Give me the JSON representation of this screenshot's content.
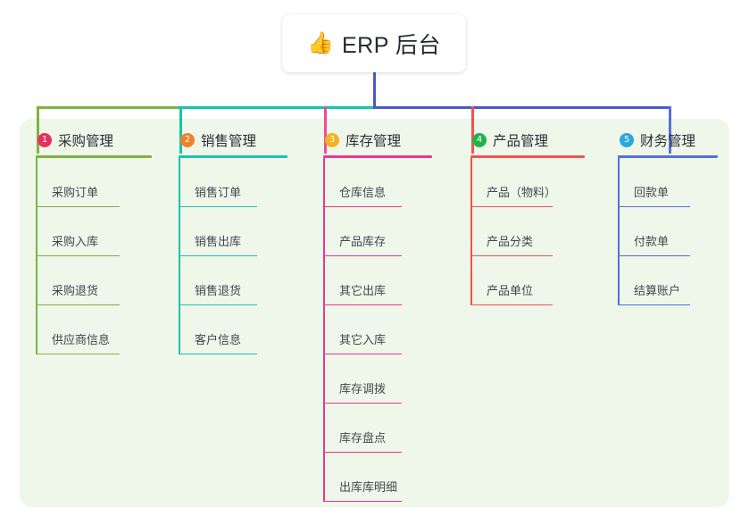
{
  "root": {
    "icon": "thumbs-up-icon",
    "emoji": "👍",
    "title": "ERP 后台"
  },
  "palette": {
    "panel_bg": "#eef7e9",
    "page_bg": "#ffffff",
    "stem": "#4a5bc4",
    "trunk_left": "#7cb342",
    "trunk_mid": "#17c4ac",
    "trunk_right": "#4a5bc4",
    "text": "#43474e",
    "title_text": "#2b2f36"
  },
  "columns": [
    {
      "number": "1",
      "title": "采购管理",
      "badge_color": "#e8315c",
      "line_color": "#7cb342",
      "drop_color": "#7cb342",
      "items": [
        "采购订单",
        "采购入库",
        "采购退货",
        "供应商信息"
      ]
    },
    {
      "number": "2",
      "title": "销售管理",
      "badge_color": "#f0802a",
      "line_color": "#1fc2ae",
      "drop_color": "#17c4ac",
      "items": [
        "销售订单",
        "销售出库",
        "销售退货",
        "客户信息"
      ]
    },
    {
      "number": "3",
      "title": "库存管理",
      "badge_color": "#f5b319",
      "line_color": "#e8398f",
      "drop_color": "#ef4b96",
      "items": [
        "仓库信息",
        "产品库存",
        "其它出库",
        "其它入库",
        "库存调拨",
        "库存盘点",
        "出库库明细"
      ]
    },
    {
      "number": "4",
      "title": "产品管理",
      "badge_color": "#22b24c",
      "line_color": "#f4524f",
      "drop_color": "#f4524f",
      "items": [
        "产品（物料）",
        "产品分类",
        "产品单位"
      ]
    },
    {
      "number": "5",
      "title": "财务管理",
      "badge_color": "#29a8e0",
      "line_color": "#5470d6",
      "drop_color": "#5470d6",
      "items": [
        "回款单",
        "付款单",
        "结算账户"
      ]
    }
  ]
}
